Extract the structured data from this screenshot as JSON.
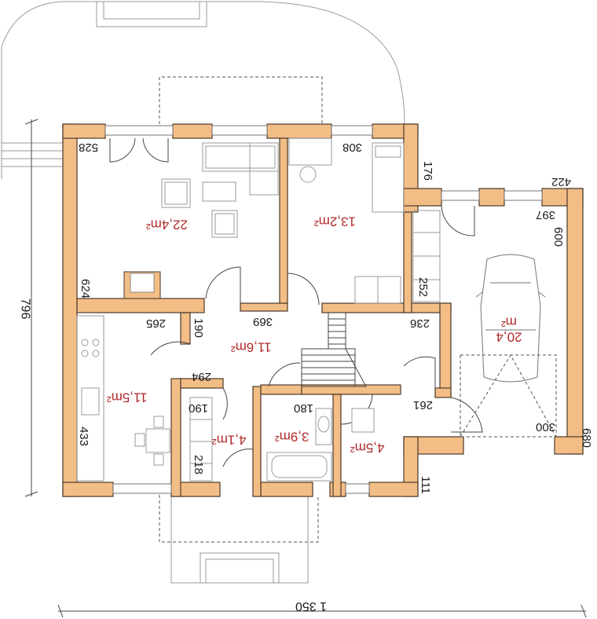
{
  "dimensions": {
    "total_width": "1 350",
    "total_height": "796",
    "d528": "528",
    "d308": "308",
    "d176": "176",
    "d422": "422",
    "d397": "397",
    "d600": "600",
    "d624": "624",
    "d252": "252",
    "d265": "265",
    "d190a": "190",
    "d369": "369",
    "d236": "236",
    "d294": "294",
    "d180": "180",
    "d261": "261",
    "d190b": "190",
    "d433": "433",
    "d218": "218",
    "d300": "300",
    "d680": "680",
    "d111": "111"
  },
  "rooms": {
    "living": "22,4m²",
    "bedroom": "13,2m²",
    "garage_line1": "20,4",
    "garage_line2": "m²",
    "hall": "11,6m²",
    "kitchen": "11,5m²",
    "pantry": "4,1m²",
    "bathroom": "3,9m²",
    "boiler": "4,5m²"
  },
  "colors": {
    "wall_fill": "#f3bd86",
    "wall_stroke": "#4a3a2a",
    "furniture": "#9a9a9a",
    "area_text": "#b02a2a"
  }
}
